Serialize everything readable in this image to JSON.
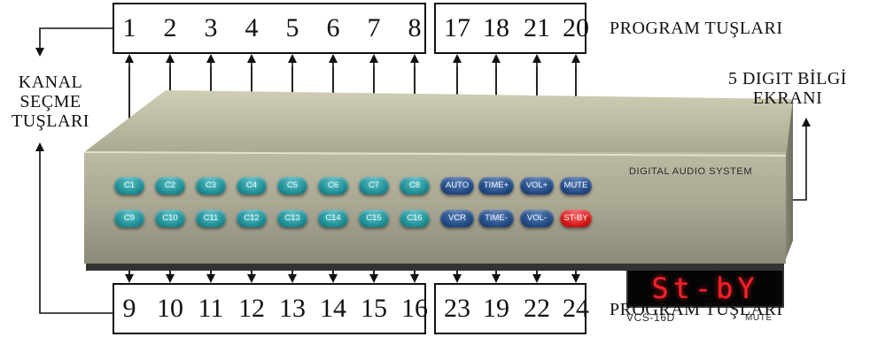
{
  "top_left_numbers": [
    "1",
    "2",
    "3",
    "4",
    "5",
    "6",
    "7",
    "8"
  ],
  "top_right_numbers": [
    "17",
    "18",
    "21",
    "20"
  ],
  "bottom_left_numbers": [
    "9",
    "10",
    "11",
    "12",
    "13",
    "14",
    "15",
    "16"
  ],
  "bottom_right_numbers": [
    "23",
    "19",
    "22",
    "24"
  ],
  "labels": {
    "program_top": "PROGRAM TUŞLARI",
    "program_bottom": "PROGRAM TUŞLARI",
    "kanal_line1": "KANAL",
    "kanal_line2": "SEÇME",
    "kanal_line3": "TUŞLARI",
    "digit_line1": "5 DIGIT BİLGİ",
    "digit_line2": "EKRANI"
  },
  "device": {
    "brand": "DIGITAL AUDIO SYSTEM",
    "model": "VCS-16D",
    "mute_indicator": "MUTE",
    "display_text": "St-bY",
    "top_row": [
      "C1",
      "C2",
      "C3",
      "C4",
      "C5",
      "C6",
      "C7",
      "C8",
      "AUTO",
      "TIME+",
      "VOL+",
      "MUTE"
    ],
    "bottom_row": [
      "C9",
      "C10",
      "C11",
      "C12",
      "C13",
      "C14",
      "C15",
      "C16",
      "VCR",
      "TIME-",
      "VOL-",
      "ST-BY"
    ],
    "colors": {
      "channel": "#1f8f96",
      "program": "#234c86",
      "standby": "#d41818",
      "display": "#ff1f2a"
    }
  }
}
